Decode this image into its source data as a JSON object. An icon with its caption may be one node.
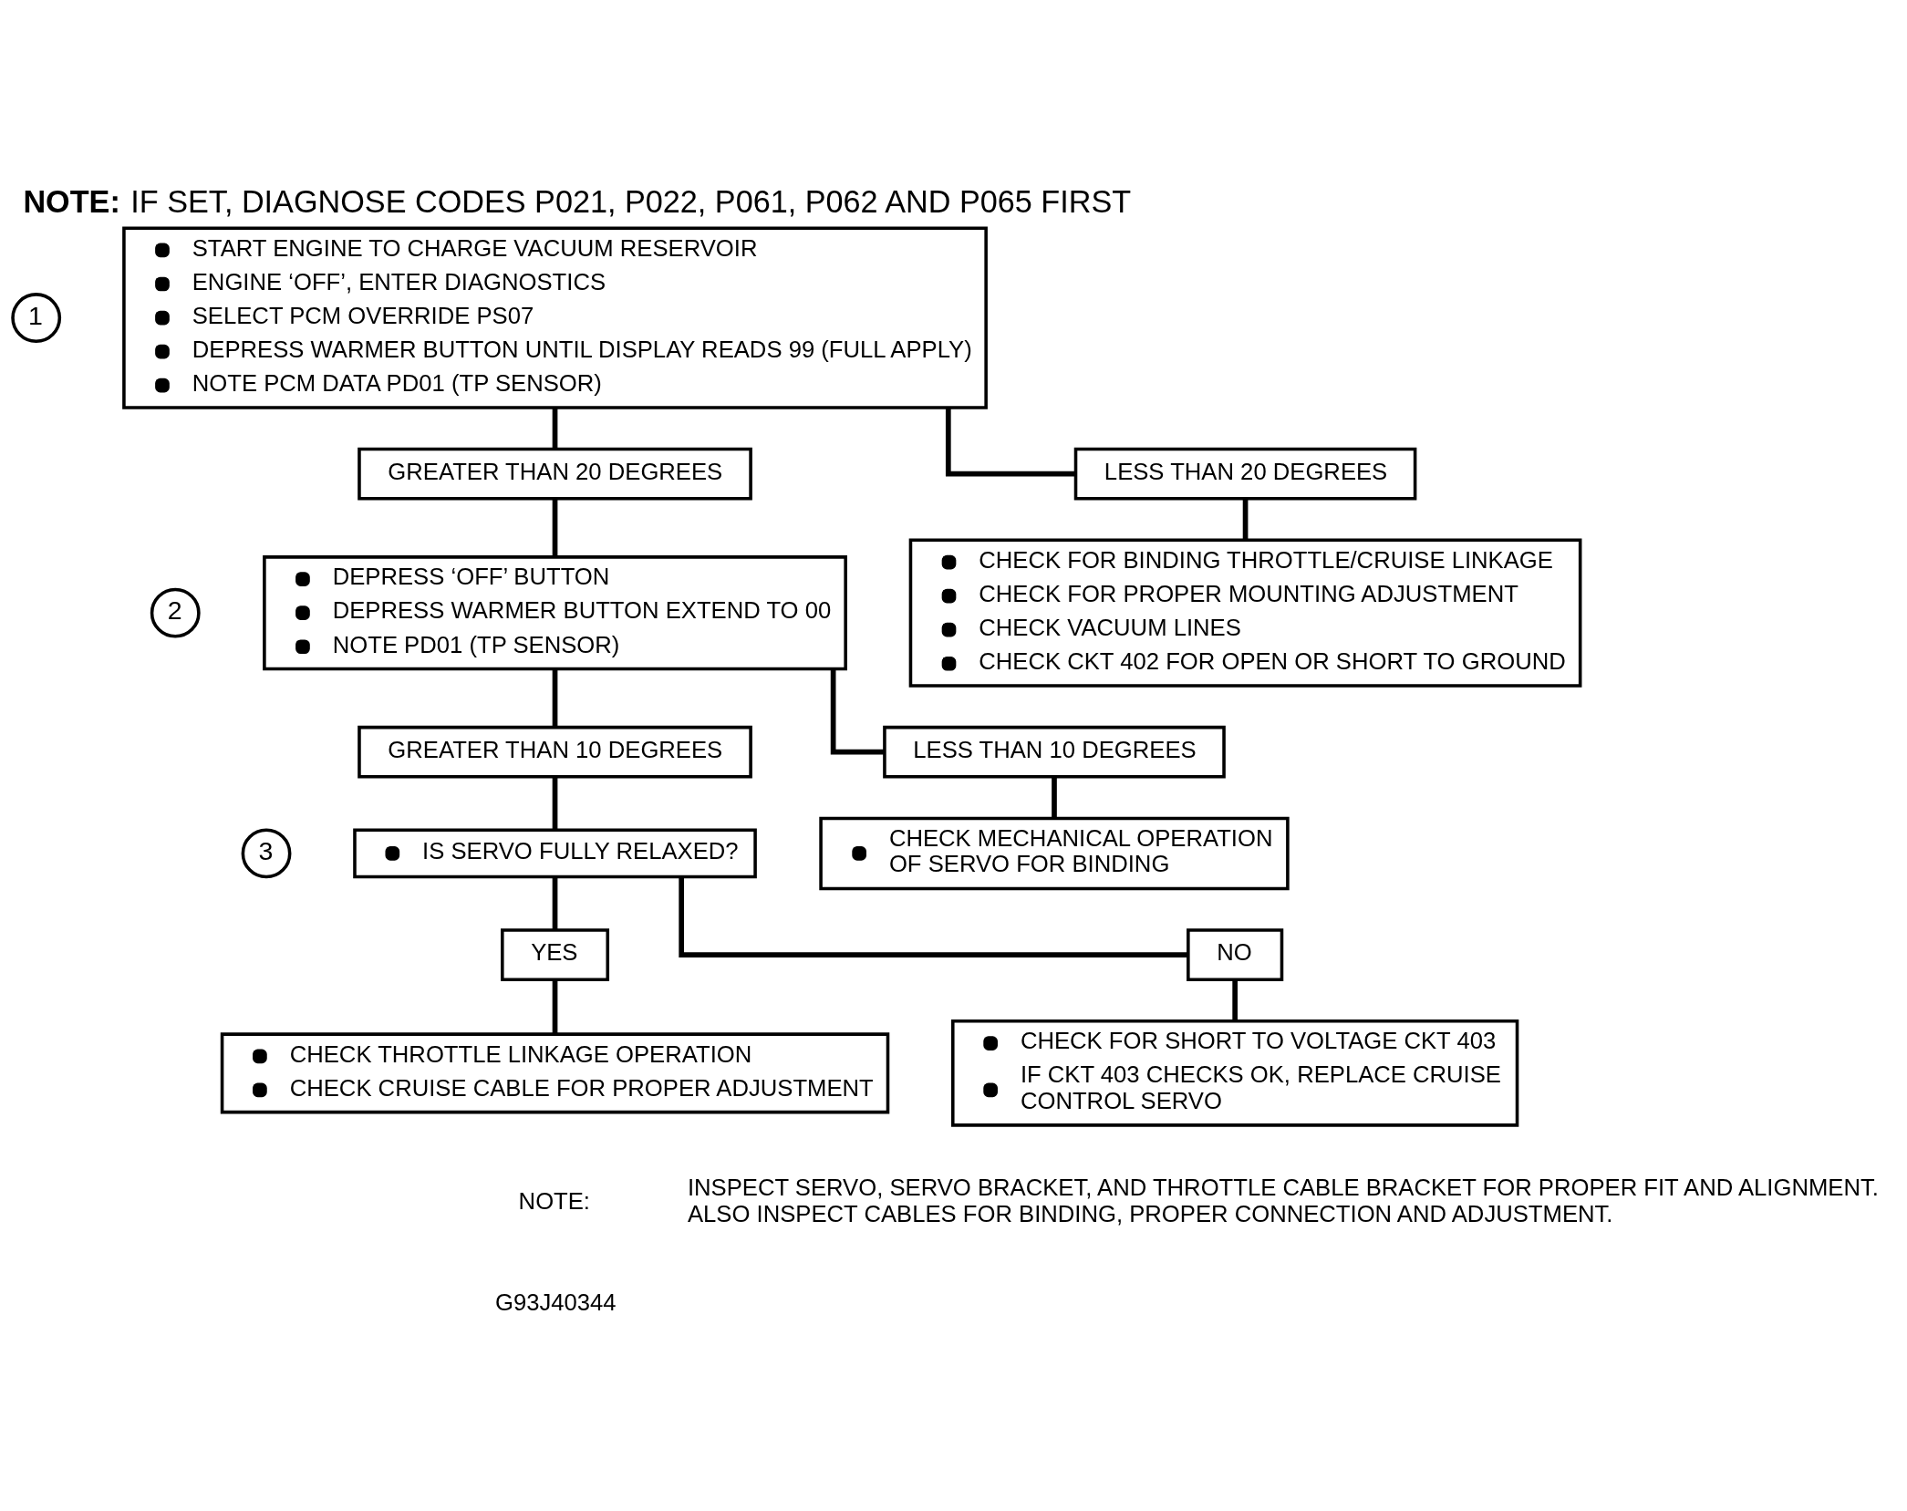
{
  "diagram": {
    "title": "**NOTE:** IF SET, DIAGNOSE CODES P021, P022, P061, P062 AND P065 FIRST",
    "nodes": [
      {
        "text": [
          "1"
        ]
      },
      {
        "text": [
          "START ENGINE TO CHARGE VACUUM RESERVOIR",
          "ENGINE ‘OFF’, ENTER DIAGNOSTICS",
          "SELECT PCM OVERRIDE PS07",
          "DEPRESS WARMER BUTTON UNTIL DISPLAY READS 99 (FULL APPLY)",
          "NOTE PCM DATA PD01 (TP SENSOR)"
        ]
      },
      {
        "text": [
          "GREATER THAN 20 DEGREES"
        ]
      },
      {
        "text": [
          "LESS THAN 20 DEGREES"
        ]
      },
      {
        "text": [
          "2"
        ]
      },
      {
        "text": [
          "DEPRESS ‘OFF’ BUTTON",
          "DEPRESS WARMER BUTTON EXTEND TO 00",
          "NOTE PD01 (TP SENSOR)"
        ]
      },
      {
        "text": [
          "CHECK FOR BINDING THROTTLE/CRUISE LINKAGE",
          "CHECK FOR PROPER MOUNTING ADJUSTMENT",
          "CHECK VACUUM LINES",
          "CHECK CKT 402 FOR OPEN OR SHORT TO GROUND"
        ]
      },
      {
        "text": [
          "GREATER THAN 10 DEGREES"
        ]
      },
      {
        "text": [
          "LESS THAN 10 DEGREES"
        ]
      },
      {
        "text": [
          "3"
        ]
      },
      {
        "text": [
          "IS SERVO FULLY RELAXED?"
        ]
      },
      {
        "text": [
          "CHECK MECHANICAL OPERATION OF SERVO FOR BINDING"
        ]
      },
      {
        "text": [
          "YES"
        ]
      },
      {
        "text": [
          "NO"
        ]
      },
      {
        "text": [
          "CHECK THROTTLE LINKAGE OPERATION",
          "CHECK CRUISE CABLE FOR PROPER ADJUSTMENT"
        ]
      },
      {
        "text": [
          "CHECK FOR SHORT TO VOLTAGE CKT 403",
          "IF CKT 403 CHECKS OK, REPLACE CRUISE CONTROL SERVO"
        ]
      }
    ],
    "edges": [
      {
        "from": 1,
        "to": 2,
        "arrow": "none"
      },
      {
        "from": 1,
        "to": 3,
        "arrow": "none"
      },
      {
        "from": 2,
        "to": 5,
        "arrow": "none"
      },
      {
        "from": 3,
        "to": 6,
        "arrow": "none"
      },
      {
        "from": 5,
        "to": 7,
        "arrow": "none"
      },
      {
        "from": 5,
        "to": 8,
        "arrow": "none"
      },
      {
        "from": 7,
        "to": 10,
        "arrow": "none"
      },
      {
        "from": 8,
        "to": 11,
        "arrow": "none"
      },
      {
        "from": 10,
        "to": 12,
        "arrow": "none"
      },
      {
        "from": 10,
        "to": 13,
        "arrow": "none"
      },
      {
        "from": 12,
        "to": 14,
        "arrow": "none"
      },
      {
        "from": 13,
        "to": 15,
        "arrow": "none"
      }
    ],
    "labels": [
      "NOTE:",
      "INSPECT SERVO, SERVO BRACKET, AND THROTTLE CABLE BRACKET FOR PROPER FIT AND ALIGNMENT. ALSO INSPECT CABLES FOR BINDING, PROPER CONNECTION AND ADJUSTMENT.",
      "G93J40344"
    ]
  }
}
